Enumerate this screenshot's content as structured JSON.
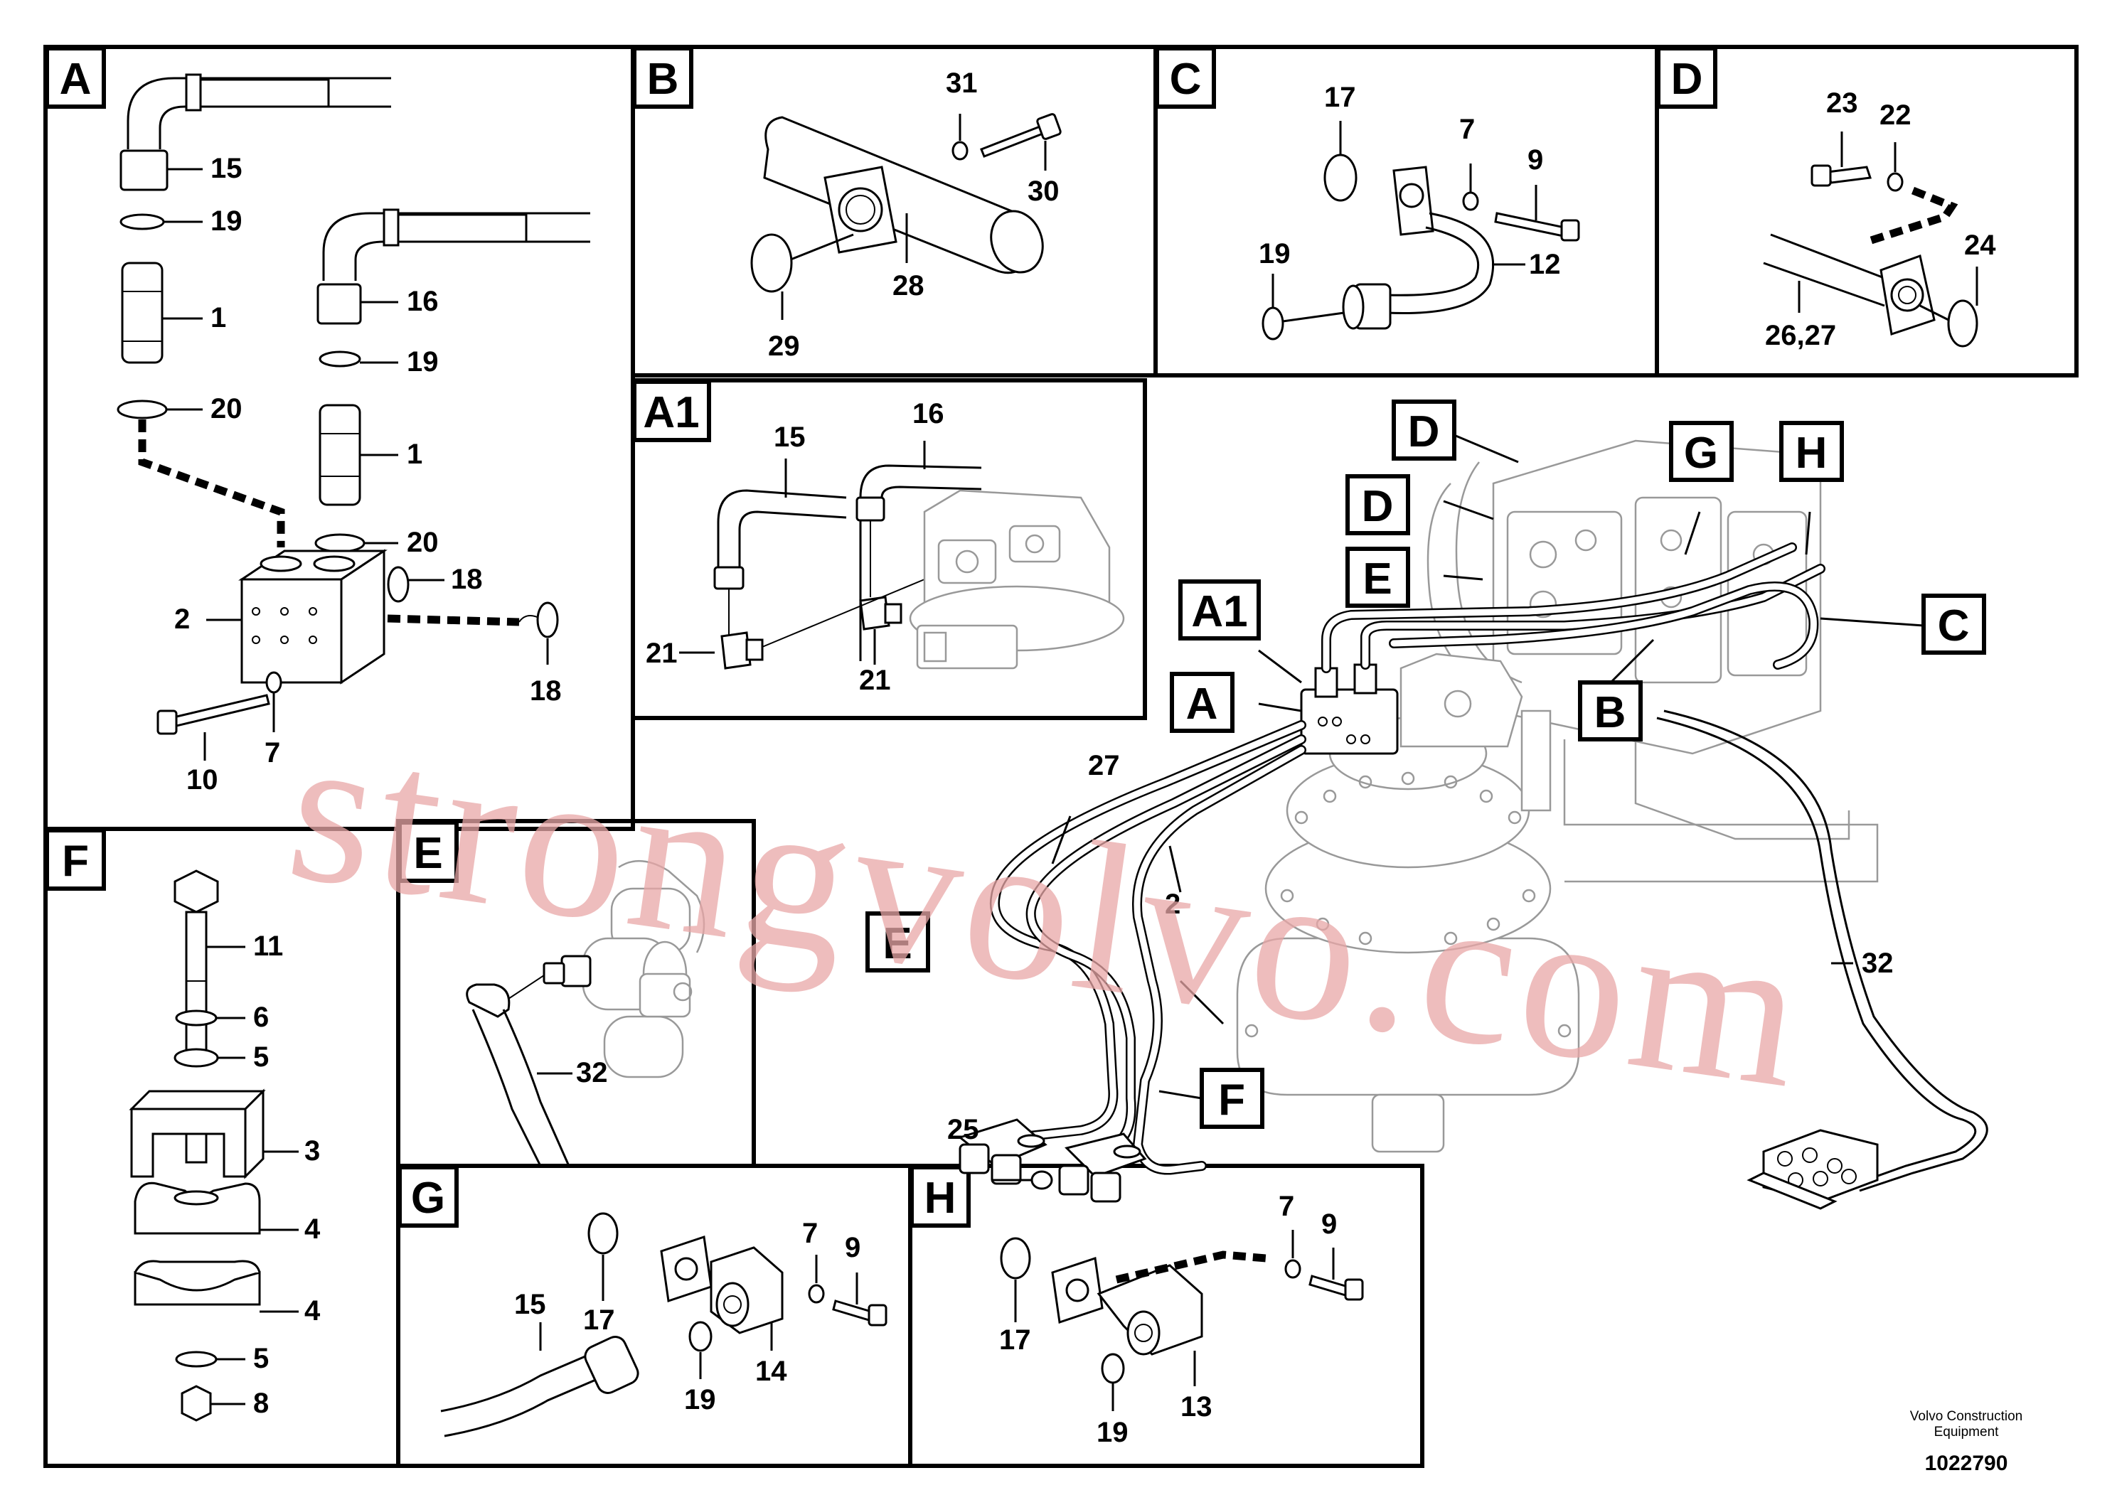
{
  "panels": {
    "A": {
      "tag": "A",
      "callouts": [
        "15",
        "19",
        "1",
        "20",
        "16",
        "19",
        "1",
        "20",
        "18",
        "2",
        "18",
        "10",
        "7"
      ]
    },
    "B": {
      "tag": "B",
      "callouts": [
        "31",
        "30",
        "28",
        "29"
      ]
    },
    "C": {
      "tag": "C",
      "callouts": [
        "17",
        "7",
        "9",
        "12",
        "19"
      ]
    },
    "D": {
      "tag": "D",
      "callouts": [
        "23",
        "22",
        "24",
        "26,27"
      ]
    },
    "A1": {
      "tag": "A1",
      "callouts": [
        "15",
        "16",
        "21",
        "21"
      ]
    },
    "F": {
      "tag": "F",
      "callouts": [
        "11",
        "6",
        "5",
        "3",
        "4",
        "4",
        "5",
        "8"
      ]
    },
    "E": {
      "tag": "E",
      "callouts": [
        "32"
      ]
    },
    "G": {
      "tag": "G",
      "callouts": [
        "7",
        "9",
        "15",
        "17",
        "19",
        "14"
      ]
    },
    "H": {
      "tag": "H",
      "callouts": [
        "7",
        "9",
        "17",
        "13",
        "19"
      ]
    }
  },
  "overview": {
    "tags": [
      "D",
      "D",
      "G",
      "H",
      "E",
      "A1",
      "C",
      "A",
      "B",
      "E",
      "F"
    ],
    "callouts": [
      "27",
      "2",
      "32",
      "25"
    ]
  },
  "watermark": "strongvolvo.com",
  "footer": {
    "credit_line1": "Volvo Construction",
    "credit_line2": "Equipment",
    "doc_number": "1022790"
  }
}
